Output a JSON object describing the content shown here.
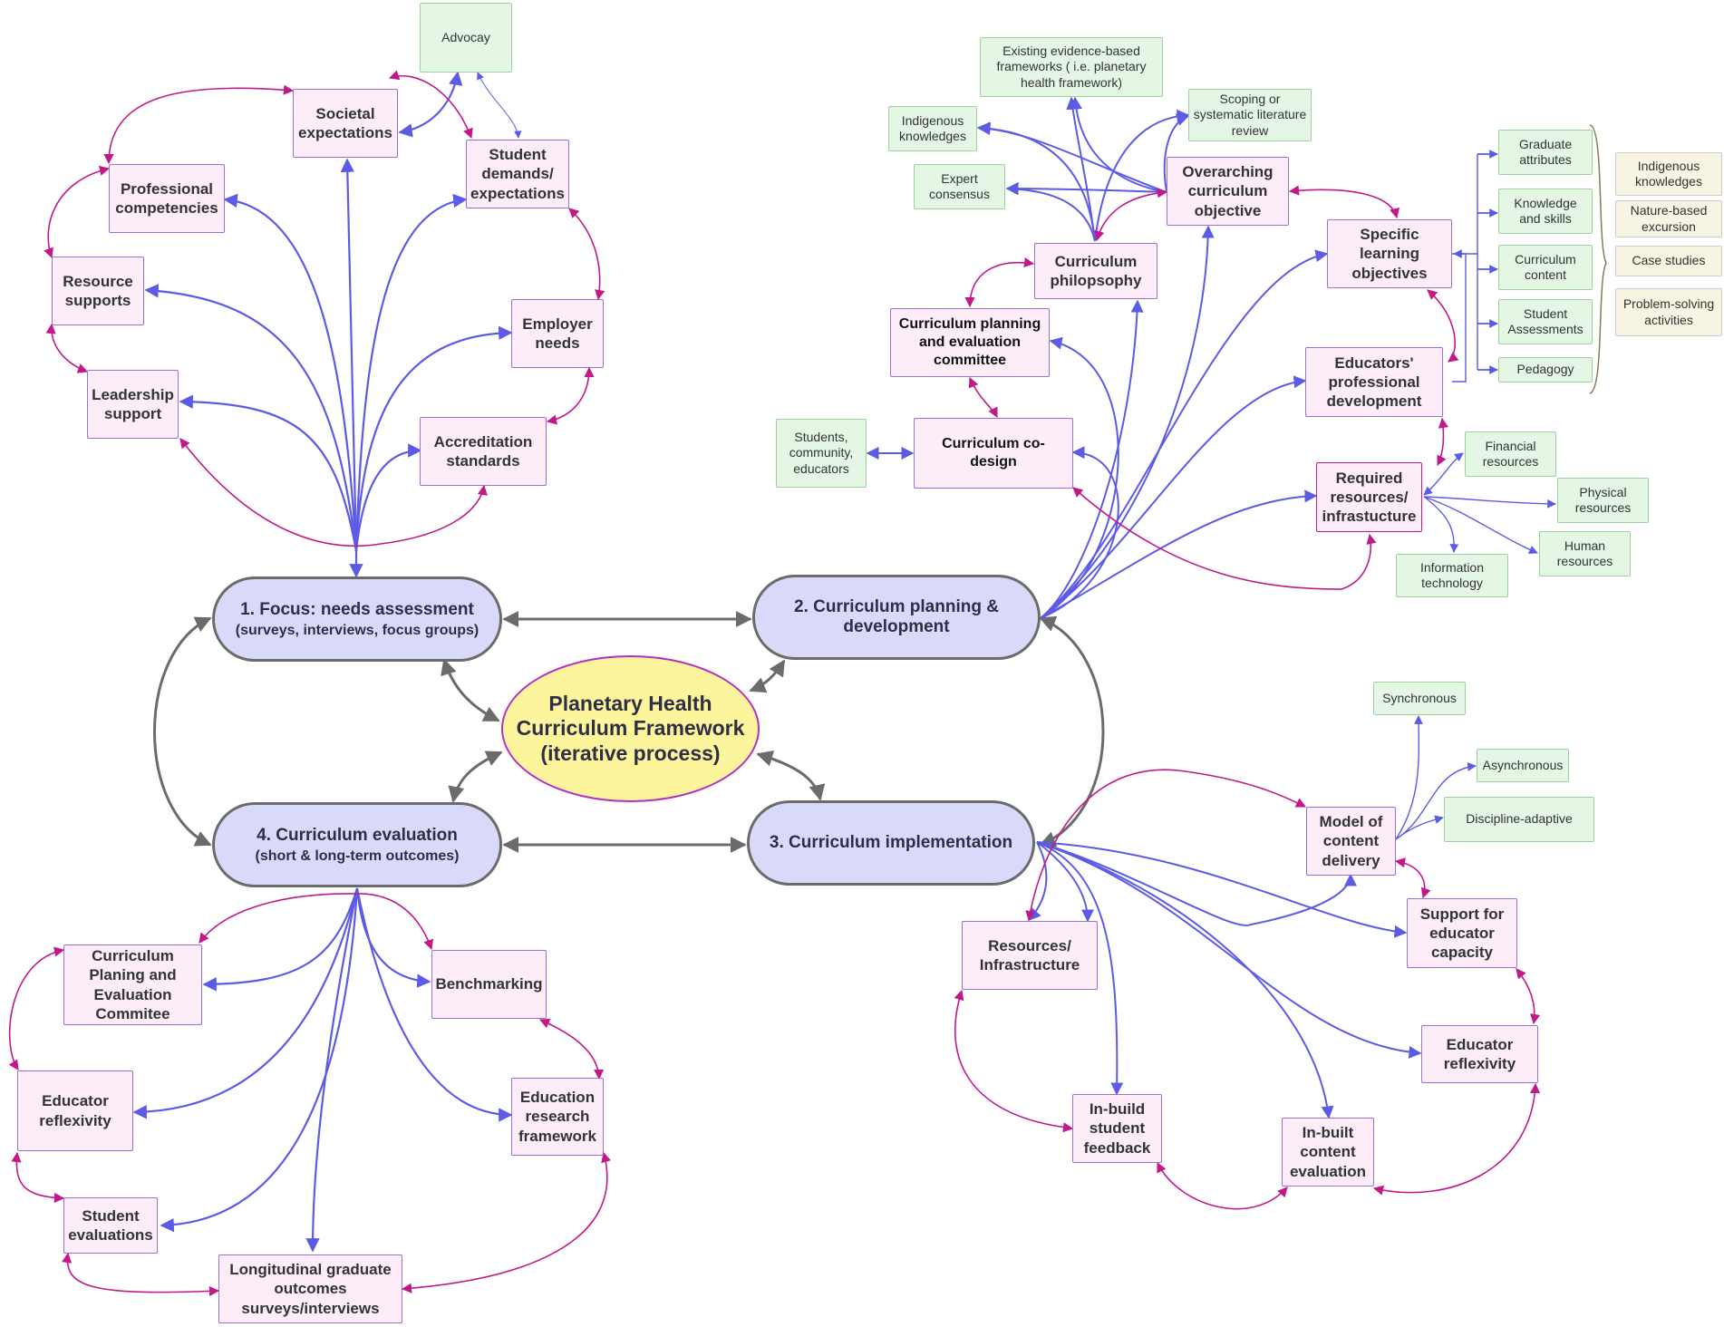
{
  "colors": {
    "node_fill": "#fdedf8",
    "node_border": "#9b6fd6",
    "leaf_fill": "#e5f6e5",
    "leaf_border": "#9bd39b",
    "note_fill": "#f8f4e4",
    "phase_fill": "#d9daf9",
    "phase_border": "#6b6b6b",
    "center_fill": "#fdf59c",
    "center_border": "#b42fc4",
    "blue_arrow": "#5b5be6",
    "magenta_arrow": "#c2188a",
    "gray_arrow": "#6b6b6b"
  },
  "center": {
    "line1": "Planetary Health",
    "line2": "Curriculum Framework",
    "line3": "(iterative process)"
  },
  "phases": {
    "needs": {
      "title": "1. Focus: needs assessment",
      "subtitle": "(surveys, interviews, focus groups)"
    },
    "planning": {
      "title": "2. Curriculum planning &",
      "subtitle": "development"
    },
    "implementation": {
      "title": "3. Curriculum implementation"
    },
    "evaluation": {
      "title": "4. Curriculum evaluation",
      "subtitle": "(short & long-term outcomes)"
    }
  },
  "needs_nodes": {
    "advocacy": "Advocay",
    "societal": "Societal expectations",
    "student_demands": "Student demands/ expectations",
    "professional": "Professional competencies",
    "resource_supports": "Resource supports",
    "leadership": "Leadership support",
    "employer": "Employer needs",
    "accreditation": "Accreditation standards"
  },
  "planning_nodes": {
    "evidence": "Existing evidence-based frameworks ( i.e. planetary health framework)",
    "indigenous": "Indigenous knowledges",
    "scoping": "Scoping or systematic literature review",
    "expert": "Expert consensus",
    "objective": "Overarching curriculum objective",
    "philosophy": "Curriculum philopsophy",
    "committee": "Curriculum planning and evaluation committee",
    "codesign": "Curriculum co-design",
    "stakeholders": "Students, community, educators",
    "specific": "Specific learning objectives",
    "educators_pd": "Educators' professional development",
    "required": "Required resources/ infrastucture",
    "graduate": "Graduate attributes",
    "knowledge": "Knowledge and skills",
    "content": "Curriculum content",
    "assessments": "Student Assessments",
    "pedagogy": "Pedagogy",
    "financial": "Financial resources",
    "physical": "Physical resources",
    "human": "Human resources",
    "it": "Information technology"
  },
  "content_examples": [
    "Indigenous knowledges",
    "Nature-based excursion",
    "Case studies",
    "Problem-solving activities"
  ],
  "implementation_nodes": {
    "synchronous": "Synchronous",
    "asynchronous": "Asynchronous",
    "discipline": "Discipline-adaptive",
    "model": "Model of content delivery",
    "support": "Support for educator capacity",
    "resources": "Resources/ Infrastructure",
    "reflexivity": "Educator reflexivity",
    "feedback": "In-build student feedback",
    "content_eval": "In-built content evaluation"
  },
  "evaluation_nodes": {
    "committee": "Curriculum Planing and Evaluation Commitee",
    "benchmarking": "Benchmarking",
    "reflexivity": "Educator reflexivity",
    "research": "Education research framework",
    "student_evals": "Student evaluations",
    "longitudinal": "Longitudinal graduate outcomes surveys/interviews"
  }
}
